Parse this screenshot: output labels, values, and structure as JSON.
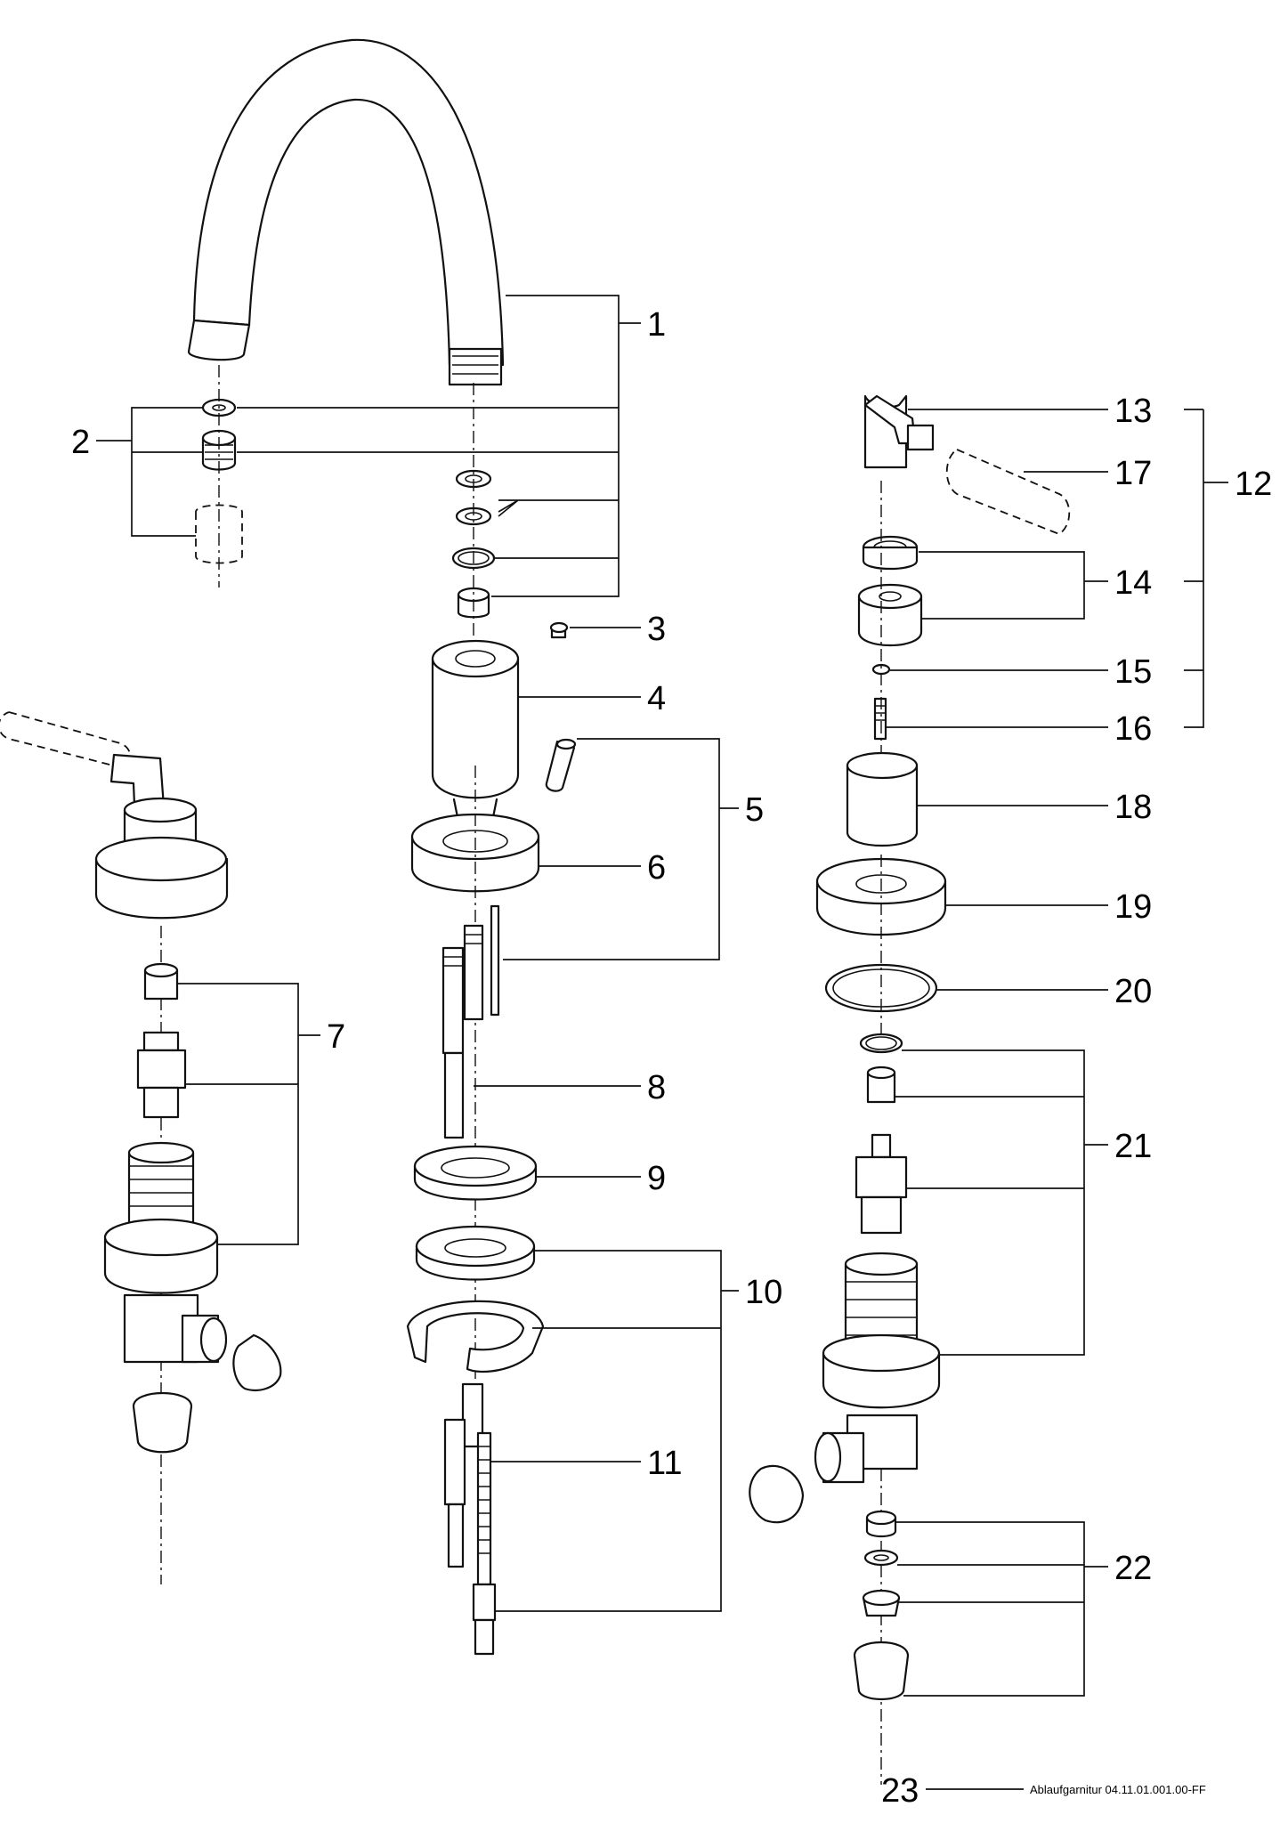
{
  "drawing": {
    "callouts": {
      "c1": "1",
      "c2": "2",
      "c3": "3",
      "c4": "4",
      "c5": "5",
      "c6": "6",
      "c7": "7",
      "c8": "8",
      "c9": "9",
      "c10": "10",
      "c11": "11",
      "c12": "12",
      "c13": "13",
      "c14": "14",
      "c15": "15",
      "c16": "16",
      "c17": "17",
      "c18": "18",
      "c19": "19",
      "c20": "20",
      "c21": "21",
      "c22": "22",
      "c23": "23"
    },
    "footnote": "Ablaufgarnitur 04.11.01.001.00-FF"
  }
}
